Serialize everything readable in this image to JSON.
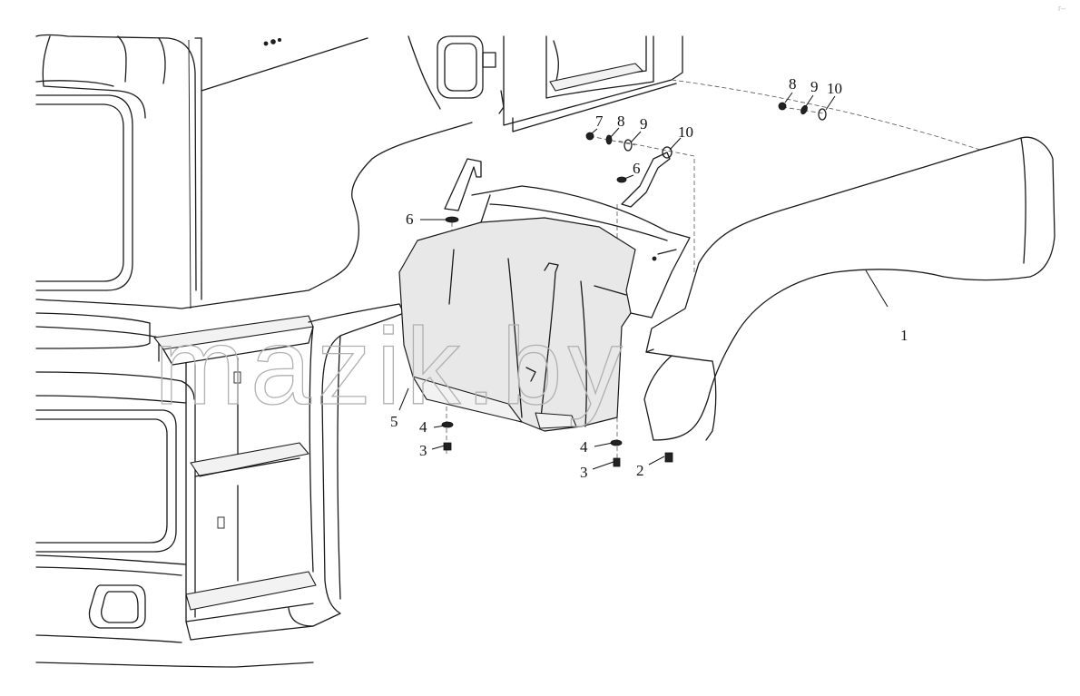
{
  "diagram": {
    "watermark": "mazik.by",
    "corner_mark": "r–",
    "callouts": [
      {
        "id": "c1",
        "label": "1",
        "part": "wing"
      },
      {
        "id": "c2",
        "label": "2",
        "part": "nut"
      },
      {
        "id": "c3a",
        "label": "3",
        "part": "bolt"
      },
      {
        "id": "c3b",
        "label": "3",
        "part": "bolt"
      },
      {
        "id": "c4a",
        "label": "4",
        "part": "washer"
      },
      {
        "id": "c4b",
        "label": "4",
        "part": "washer"
      },
      {
        "id": "c5",
        "label": "5",
        "part": "mudguard"
      },
      {
        "id": "c6a",
        "label": "6",
        "part": "washer"
      },
      {
        "id": "c6b",
        "label": "6",
        "part": "washer"
      },
      {
        "id": "c7",
        "label": "7",
        "part": "bolt"
      },
      {
        "id": "c8a",
        "label": "8",
        "part": "washer"
      },
      {
        "id": "c8b",
        "label": "8",
        "part": "washer"
      },
      {
        "id": "c9a",
        "label": "9",
        "part": "spring-washer"
      },
      {
        "id": "c9b",
        "label": "9",
        "part": "spring-washer"
      },
      {
        "id": "c10a",
        "label": "10",
        "part": "nut"
      },
      {
        "id": "c10b",
        "label": "10",
        "part": "nut"
      }
    ]
  }
}
